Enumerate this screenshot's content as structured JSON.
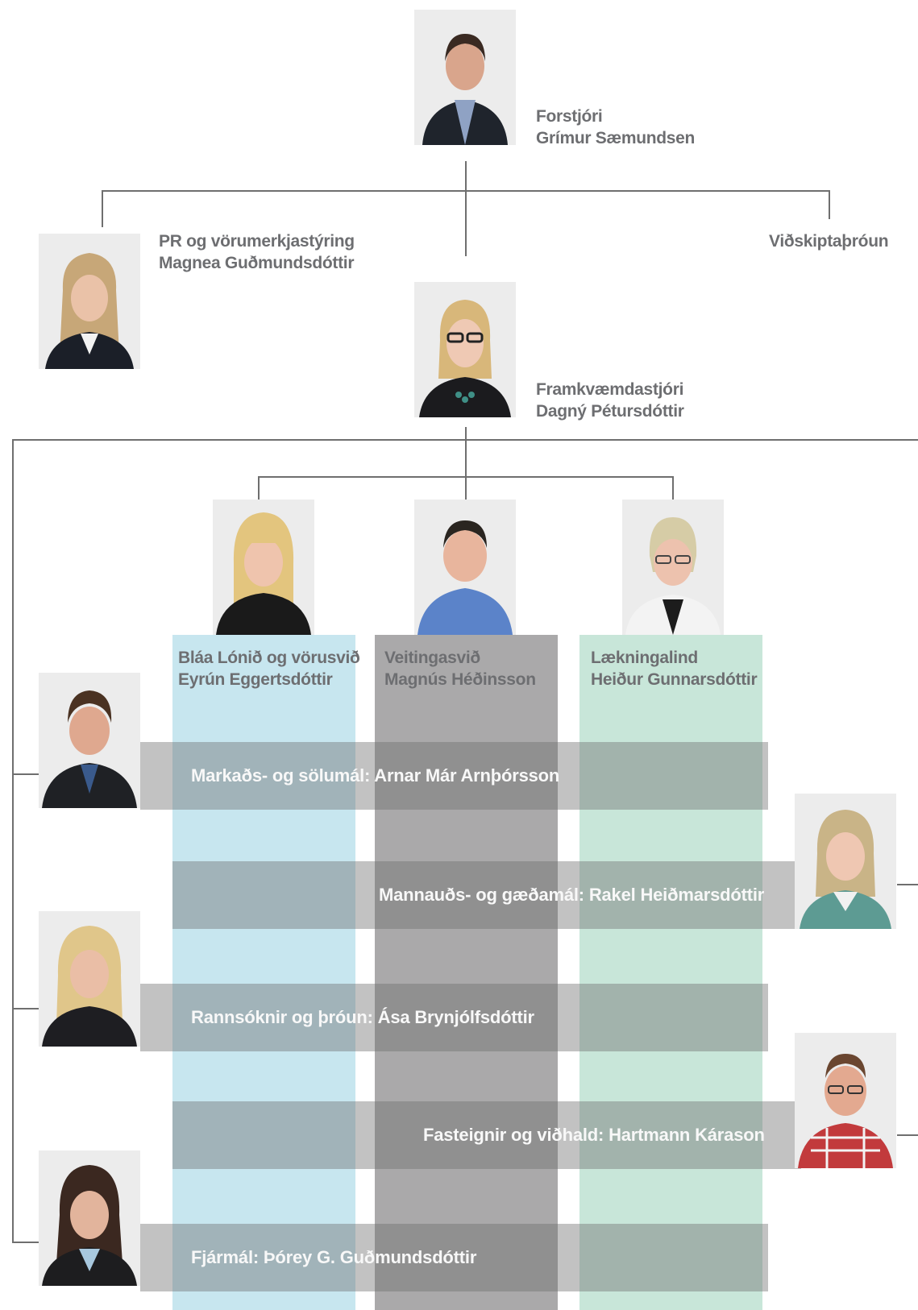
{
  "colors": {
    "line": "#6f6f6f",
    "label_text": "#6d6e71",
    "col_blue": "#c7e6ef",
    "col_gray": "#9b9a9b",
    "col_green": "#c8e6d9",
    "band_text": "#f8f8f8"
  },
  "ceo": {
    "role": "Forstjóri",
    "name": "Grímur Sæmundsen",
    "icon": "person-photo-icon"
  },
  "pr": {
    "role": "PR og vörumerkjastýring",
    "name": "Magnea Guðmundsdóttir",
    "icon": "person-photo-icon"
  },
  "bizdev": {
    "role": "Viðskiptaþróun"
  },
  "md": {
    "role": "Framkvæmdastjóri",
    "name": "Dagný Pétursdóttir",
    "icon": "person-photo-icon"
  },
  "divisions": [
    {
      "role": "Bláa Lónið og vörusvið",
      "name": "Eyrún Eggertsdóttir"
    },
    {
      "role": "Veitingasvið",
      "name": "Magnús Héðinsson"
    },
    {
      "role": "Lækningalind",
      "name": "Heiður Gunnarsdóttir"
    }
  ],
  "functions": [
    {
      "label": "Markaðs- og sölumál: Arnar Már Arnþórsson"
    },
    {
      "label": "Mannauðs- og gæðamál: Rakel Heiðmarsdóttir"
    },
    {
      "label": "Rannsóknir og þróun: Ása Brynjólfsdóttir"
    },
    {
      "label": "Fasteignir og viðhald: Hartmann Kárason"
    },
    {
      "label": "Fjármál: Þórey G. Guðmundsdóttir"
    }
  ]
}
